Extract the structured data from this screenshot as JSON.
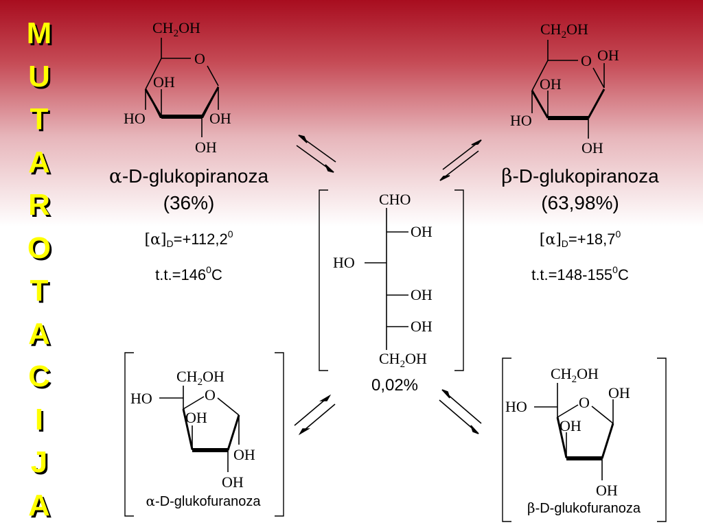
{
  "title_letters": [
    "M",
    "U",
    "T",
    "A",
    "R",
    "O",
    "T",
    "A",
    "C",
    "I",
    "J",
    "A"
  ],
  "alpha_pyranose": {
    "greek": "α",
    "name": "-D-glukopiranoza",
    "percent": "(36%)",
    "rotation_prefix": "[α]",
    "rotation_sub": "D",
    "rotation_value": "=+112,2",
    "rotation_sup": "0",
    "mp_prefix": "t.t.=146",
    "mp_sup": "0",
    "mp_unit": "C"
  },
  "beta_pyranose": {
    "greek": "β",
    "name": "-D-glukopiranoza",
    "percent": "(63,98%)",
    "rotation_prefix": "[α]",
    "rotation_sub": "D",
    "rotation_value": "=+18,7",
    "rotation_sup": "0",
    "mp_prefix": "t.t.=148-155",
    "mp_sup": "0",
    "mp_unit": "C"
  },
  "open_chain": {
    "percent": "0,02%"
  },
  "alpha_furanose": {
    "greek": "α",
    "name": "-D-glukofuranoza"
  },
  "beta_furanose": {
    "greek": "β",
    "name": "-D-glukofuranoza"
  },
  "atoms": {
    "ch2oh_c": "CH",
    "ch2oh_2": "2",
    "ch2oh_oh": "OH",
    "o": "O",
    "oh": "OH",
    "ho": "HO",
    "cho": "CHO"
  }
}
